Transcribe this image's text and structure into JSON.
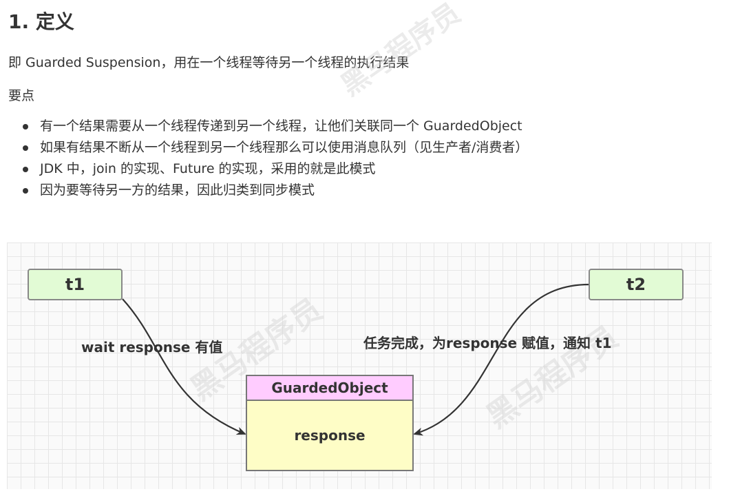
{
  "heading": "1. 定义",
  "intro": "即 Guarded Suspension，用在一个线程等待另一个线程的执行结果",
  "points_label": "要点",
  "bullets": [
    "有一个结果需要从一个线程传递到另一个线程，让他们关联同一个 GuardedObject",
    "如果有结果不断从一个线程到另一个线程那么可以使用消息队列（见生产者/消费者）",
    "JDK 中，join 的实现、Future 的实现，采用的就是此模式",
    "因为要等待另一方的结果，因此归类到同步模式"
  ],
  "diagram": {
    "node_t1": "t1",
    "node_t2": "t2",
    "object_title": "GuardedObject",
    "object_field": "response",
    "edge_left_label": "wait response 有值",
    "edge_right_label": "任务完成，为response 赋值，通知 t1"
  },
  "watermark": "黑马程序员"
}
